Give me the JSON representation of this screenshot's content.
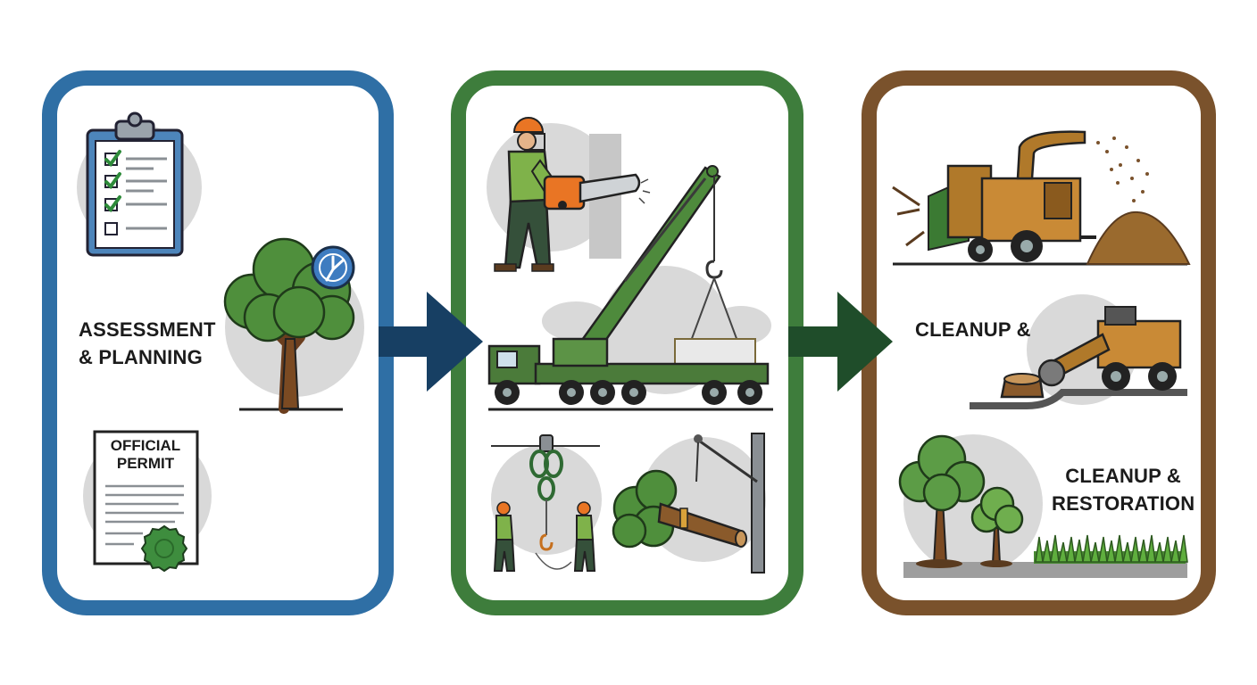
{
  "stages": [
    {
      "id": "assessment",
      "label_lines": [
        "ASSESSMENT",
        "& PLANNING"
      ],
      "color": "#2f6fa5"
    },
    {
      "id": "removal",
      "label_lines": [],
      "color": "#3e7d3c"
    },
    {
      "id": "cleanup",
      "label_lines": [
        "CLEANUP &",
        "RESTORATION"
      ],
      "short_label_lines": [
        "CLEANUP &"
      ],
      "color": "#7a522c"
    }
  ],
  "permit": {
    "lines": [
      "OFFICIAL",
      "PERMIT"
    ]
  },
  "arrows": [
    {
      "from": "assessment",
      "to": "removal",
      "color": "#173f63"
    },
    {
      "from": "removal",
      "to": "cleanup",
      "color": "#1f4d2a"
    }
  ],
  "icons": [
    "clipboard-checklist-icon",
    "tree-icon",
    "clock-icon",
    "permit-document-icon",
    "seal-icon",
    "chainsaw-worker-icon",
    "crane-truck-icon",
    "rigging-crew-icon",
    "log-lowering-icon",
    "wood-chipper-icon",
    "stump-grinder-icon",
    "new-trees-icon",
    "grass-icon"
  ]
}
